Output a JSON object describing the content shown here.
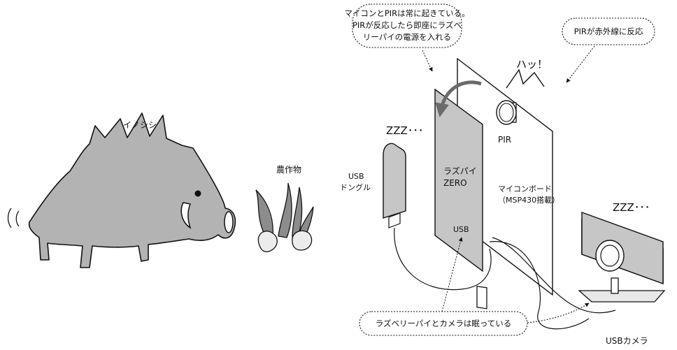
{
  "labels": {
    "boar": "イノシシ",
    "crops": "農作物",
    "zzz_pi": "ZZZ･･･",
    "zzz_camera": "ZZZ･･･",
    "ha": "ハッ！",
    "pir": "PIR",
    "usb_dongle_line1": "USB",
    "usb_dongle_line2": "ドングル",
    "pi_line1": "ラズパイ",
    "pi_line2": "ZERO",
    "pi_usb": "USB",
    "mcu_line1": "マイコンボード",
    "mcu_line2": "（MSP430搭載）",
    "usb_camera": "USBカメラ"
  },
  "callouts": {
    "mcu_awake": [
      "マイコンとPIRは常に起きている。",
      "PIRが反応したら即座にラズベ",
      "リーパイの電源を入れる"
    ],
    "pir_reacts": "PIRが赤外線に反応",
    "sleeping": "ラズベリーパイとカメラは眠っている"
  }
}
